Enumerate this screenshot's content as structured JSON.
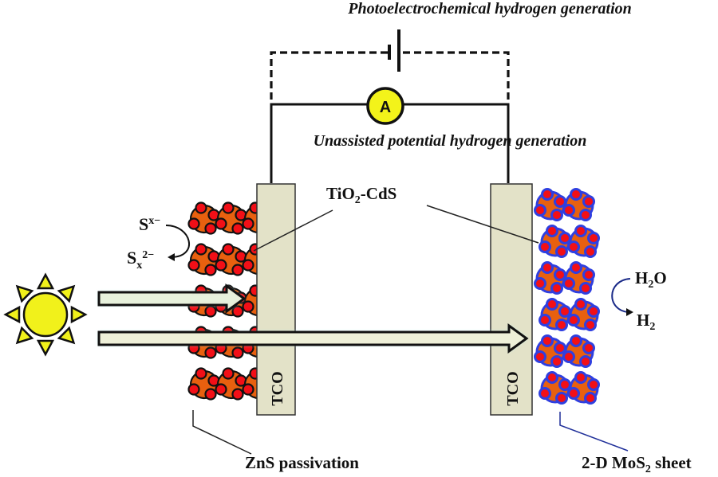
{
  "title_top": "Photoelectrochemical hydrogen generation",
  "title_mid": "Unassisted potential hydrogen generation",
  "ammeter": {
    "label": "A",
    "color": "#f3f31a"
  },
  "electrodes": {
    "left_label": "TCO",
    "right_label": "TCO",
    "color": "#e3e2c8"
  },
  "labels": {
    "tio2_cds": {
      "main": "TiO",
      "sub": "2",
      "rest": "-CdS"
    },
    "zns": "ZnS passivation",
    "mos2": {
      "main": "2-D MoS",
      "sub": "2",
      "rest": " sheet"
    },
    "sx_top": {
      "main": "S",
      "sup": "x−"
    },
    "sx_bottom": {
      "main": "S",
      "sub": "x",
      "sup": "2−"
    },
    "h2o": {
      "main": "H",
      "sub": "2",
      "rest": "O"
    },
    "h2": {
      "main": "H",
      "sub": "2"
    }
  },
  "colors": {
    "particle_orange": "#e8600f",
    "particle_red": "#f20f17",
    "mos2_blue": "#2f3fe0",
    "sun_yellow": "#f1f11b",
    "arrow_fill": "#eef0d8",
    "arrow_glow": "#b9f3ee"
  }
}
